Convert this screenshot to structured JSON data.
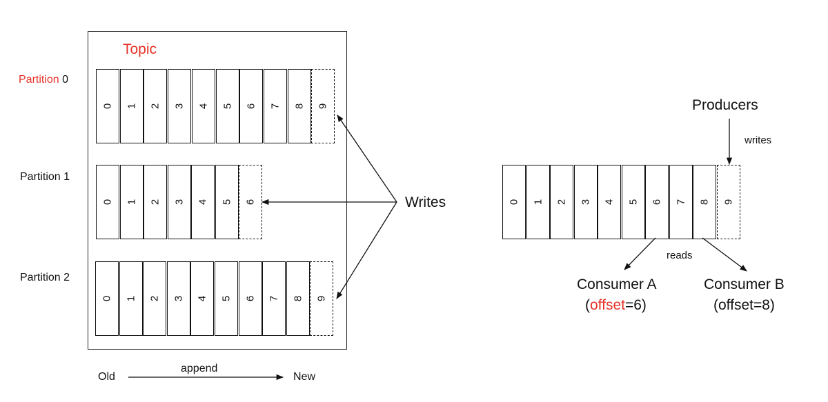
{
  "topic": {
    "title": "Topic",
    "partitions": [
      {
        "label_word": "Partition",
        "label_num": "0",
        "offsets": [
          "0",
          "1",
          "2",
          "3",
          "4",
          "5",
          "6",
          "7",
          "8"
        ],
        "next_offset": "9"
      },
      {
        "label_word": "Partition",
        "label_num": "1",
        "offsets": [
          "0",
          "1",
          "2",
          "3",
          "4",
          "5"
        ],
        "next_offset": "6"
      },
      {
        "label_word": "Partition",
        "label_num": "2",
        "offsets": [
          "0",
          "1",
          "2",
          "3",
          "4",
          "5",
          "6",
          "7",
          "8"
        ],
        "next_offset": "9"
      }
    ]
  },
  "writes_label": "Writes",
  "timeline": {
    "old": "Old",
    "append": "append",
    "new": "New"
  },
  "log": {
    "offsets": [
      "0",
      "1",
      "2",
      "3",
      "4",
      "5",
      "6",
      "7",
      "8"
    ],
    "next_offset": "9",
    "producers": "Producers",
    "writes": "writes",
    "reads": "reads",
    "consumer_a": {
      "name": "Consumer A",
      "paren_open": "(",
      "offset_word": "offset",
      "offset_value": "=6)"
    },
    "consumer_b": {
      "name": "Consumer B",
      "detail": "(offset=8)"
    }
  },
  "colors": {
    "accent": "#e5332a",
    "stroke": "#111111"
  }
}
